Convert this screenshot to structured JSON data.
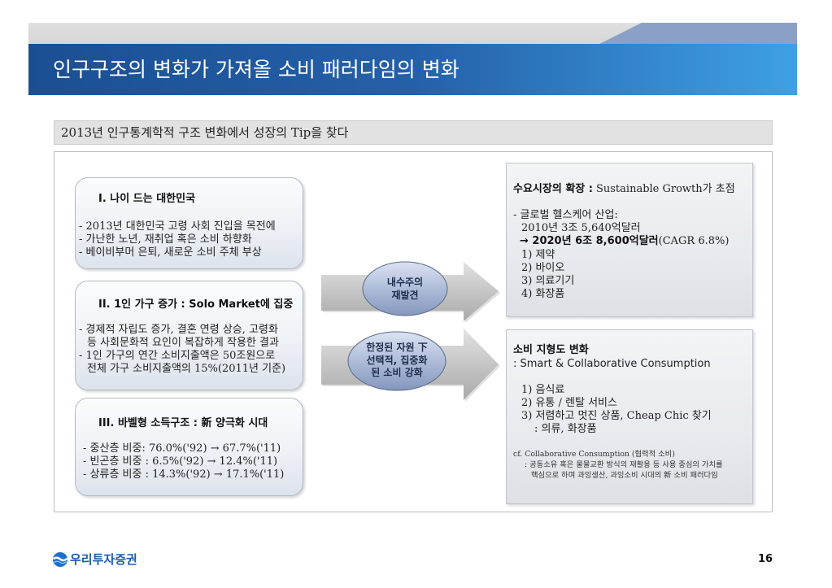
{
  "header": {
    "title": "인구구조의 변화가 가져올 소비 패러다임의 변화"
  },
  "subtitle": "2013년 인구통계학적 구조 변화에서 성장의 Tip을 찾다",
  "left_boxes": [
    {
      "title": "I. 나이 드는 대한민국",
      "lines": [
        "- 2013년 대한민국 고령 사회 진입을 목전에",
        "- 가난한 노년, 재취업 혹은 소비 하향화",
        "- 베이비부머 은퇴, 새로운 소비 주체 부상"
      ]
    },
    {
      "title": "II. 1인 가구 증가 : Solo Market에 집중",
      "lines": [
        "- 경제적 자립도 증가, 결혼 연령 상승, 고령화",
        "등 사회문화적 요인이 복잡하게 작용한 결과",
        "- 1인 가구의 연간 소비지출액은 50조원으로",
        "전체 가구 소비지출액의 15%(2011년 기준)"
      ]
    },
    {
      "title": "III. 바벨형 소득구조 : 新 양극화 시대",
      "lines": [
        "- 중산층 비중: 76.0%('92) → 67.7%('11)",
        "- 빈곤층 비중 : 6.5%('92) → 12.4%('11)",
        "- 상류층 비중 : 14.3%('92) → 17.1%('11)"
      ]
    }
  ],
  "arrows": [
    {
      "lines": [
        "내수주의",
        "재발견"
      ]
    },
    {
      "lines": [
        "한정된 자원 下",
        "선택적, 집중화",
        "된 소비 강화"
      ]
    }
  ],
  "right_boxes": {
    "demand": {
      "heading_bold": "수요시장의 확장 :",
      "heading_rest": "Sustainable Growth가 초점",
      "industry": "- 글로벌 헬스케어 산업:",
      "value_2010": "2010년 3조 5,640억달러",
      "value_2020_bold": "→ 2020년 6조 8,600억달러",
      "value_2020_rest": "(CAGR 6.8%)",
      "items": [
        "1) 제약",
        "2) 바이오",
        "3) 의료기기",
        "4) 화장품"
      ]
    },
    "consumption": {
      "heading": "소비 지형도 변화",
      "subheading": ": Smart & Collaborative Consumption",
      "items": [
        "1) 음식료",
        "2) 유통 / 렌탈 서비스",
        "3) 저렴하고 멋진 상품, Cheap Chic 찾기"
      ],
      "item3_detail": ": 의류, 화장품",
      "note": [
        "cf. Collaborative Consumption (협력적 소비)",
        ": 공동소유 혹은 물물교환 방식의 재활용 등 사용 중심의 가치를",
        "핵심으로 하며 과잉생산, 과잉소비 시대의 新 소비 패러다임"
      ]
    }
  },
  "footer": {
    "logo_text": "우리투자증권",
    "page_number": "16"
  },
  "colors": {
    "title_bar_dark": "#1b4f93",
    "title_bar_light": "#3fa0e4",
    "band_accent": "#8ba0c6",
    "logo_blue": "#1c5caf"
  }
}
